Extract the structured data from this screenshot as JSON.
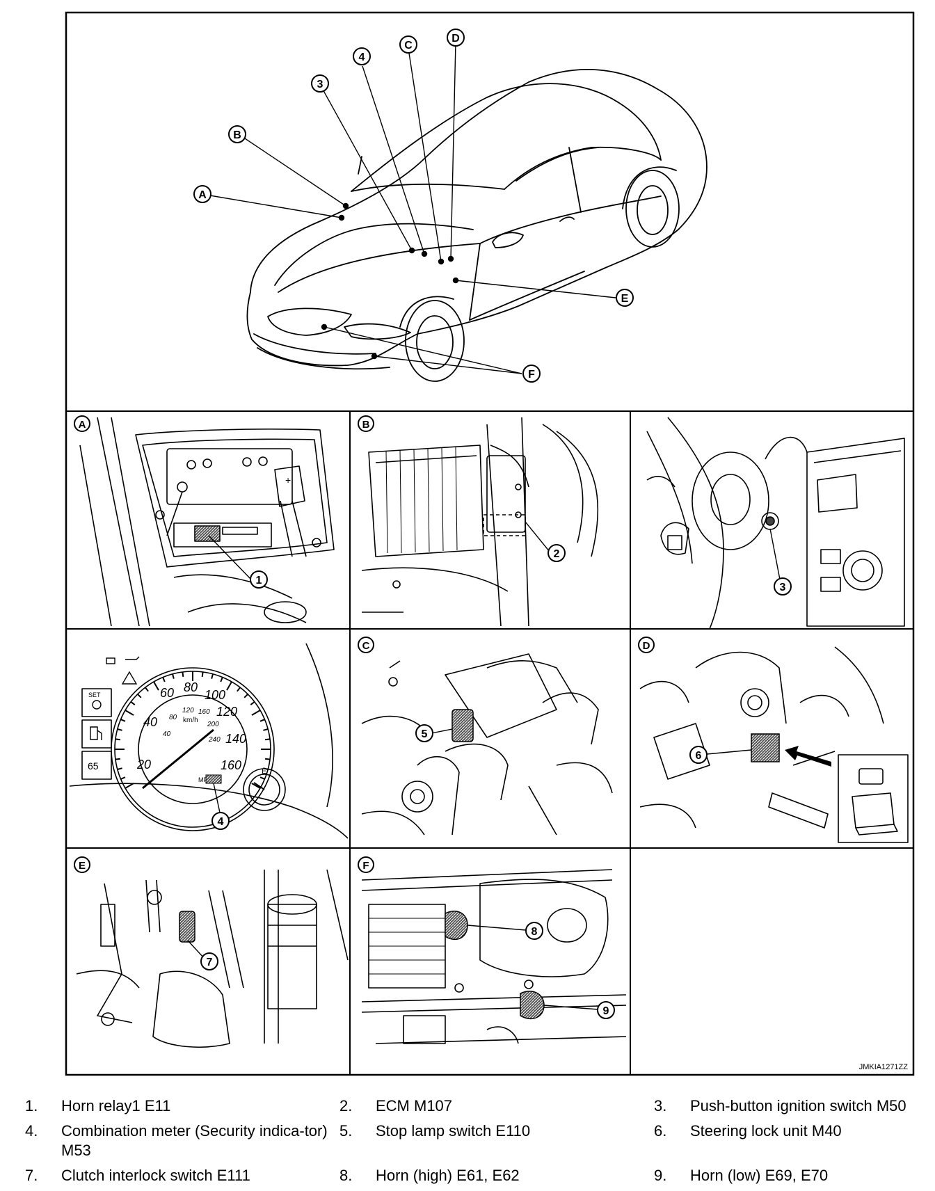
{
  "figure_code": "JMKIA1271ZZ",
  "callouts": {
    "A": "A",
    "B": "B",
    "C": "C",
    "D": "D",
    "E": "E",
    "F": "F",
    "n1": "1",
    "n2": "2",
    "n3": "3",
    "n4": "4",
    "n5": "5",
    "n6": "6",
    "n7": "7",
    "n8": "8",
    "n9": "9"
  },
  "gauge": {
    "kmh_unit": "km/h",
    "mph_unit": "MPH",
    "mph_ticks": [
      "20",
      "40",
      "60",
      "80",
      "100",
      "120",
      "140",
      "160"
    ],
    "kmh_ticks": [
      "40",
      "80",
      "120",
      "160",
      "200",
      "240"
    ],
    "fuel_label": "E",
    "odometer": "65",
    "set_label": "SET"
  },
  "legend": [
    [
      {
        "num": "1.",
        "text": "Horn relay1 E11"
      },
      {
        "num": "2.",
        "text": "ECM M107"
      },
      {
        "num": "3.",
        "text": "Push-button ignition switch M50"
      }
    ],
    [
      {
        "num": "4.",
        "text": "Combination meter (Security indica-tor) M53"
      },
      {
        "num": "5.",
        "text": "Stop lamp switch E110"
      },
      {
        "num": "6.",
        "text": "Steering lock unit M40"
      }
    ],
    [
      {
        "num": "7.",
        "text": "Clutch interlock switch E111"
      },
      {
        "num": "8.",
        "text": "Horn (high) E61, E62"
      },
      {
        "num": "9.",
        "text": "Horn (low) E69, E70"
      }
    ]
  ]
}
